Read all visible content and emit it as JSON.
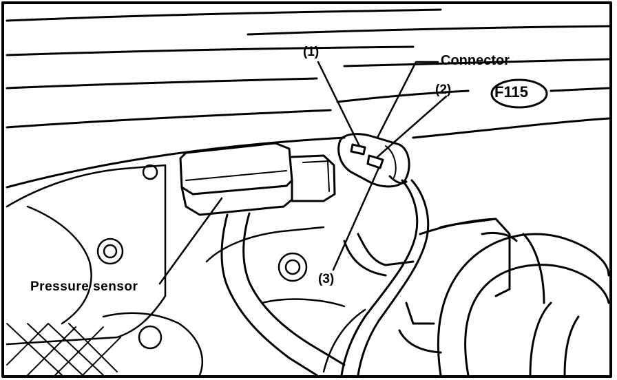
{
  "figure": {
    "code": "F115",
    "callouts": {
      "one": "(1)",
      "two": "(2)",
      "three": "(3)",
      "connector": "Connector",
      "pressure_sensor": "Pressure sensor"
    }
  },
  "colors": {
    "ink": "#000000",
    "paper": "#ffffff"
  }
}
